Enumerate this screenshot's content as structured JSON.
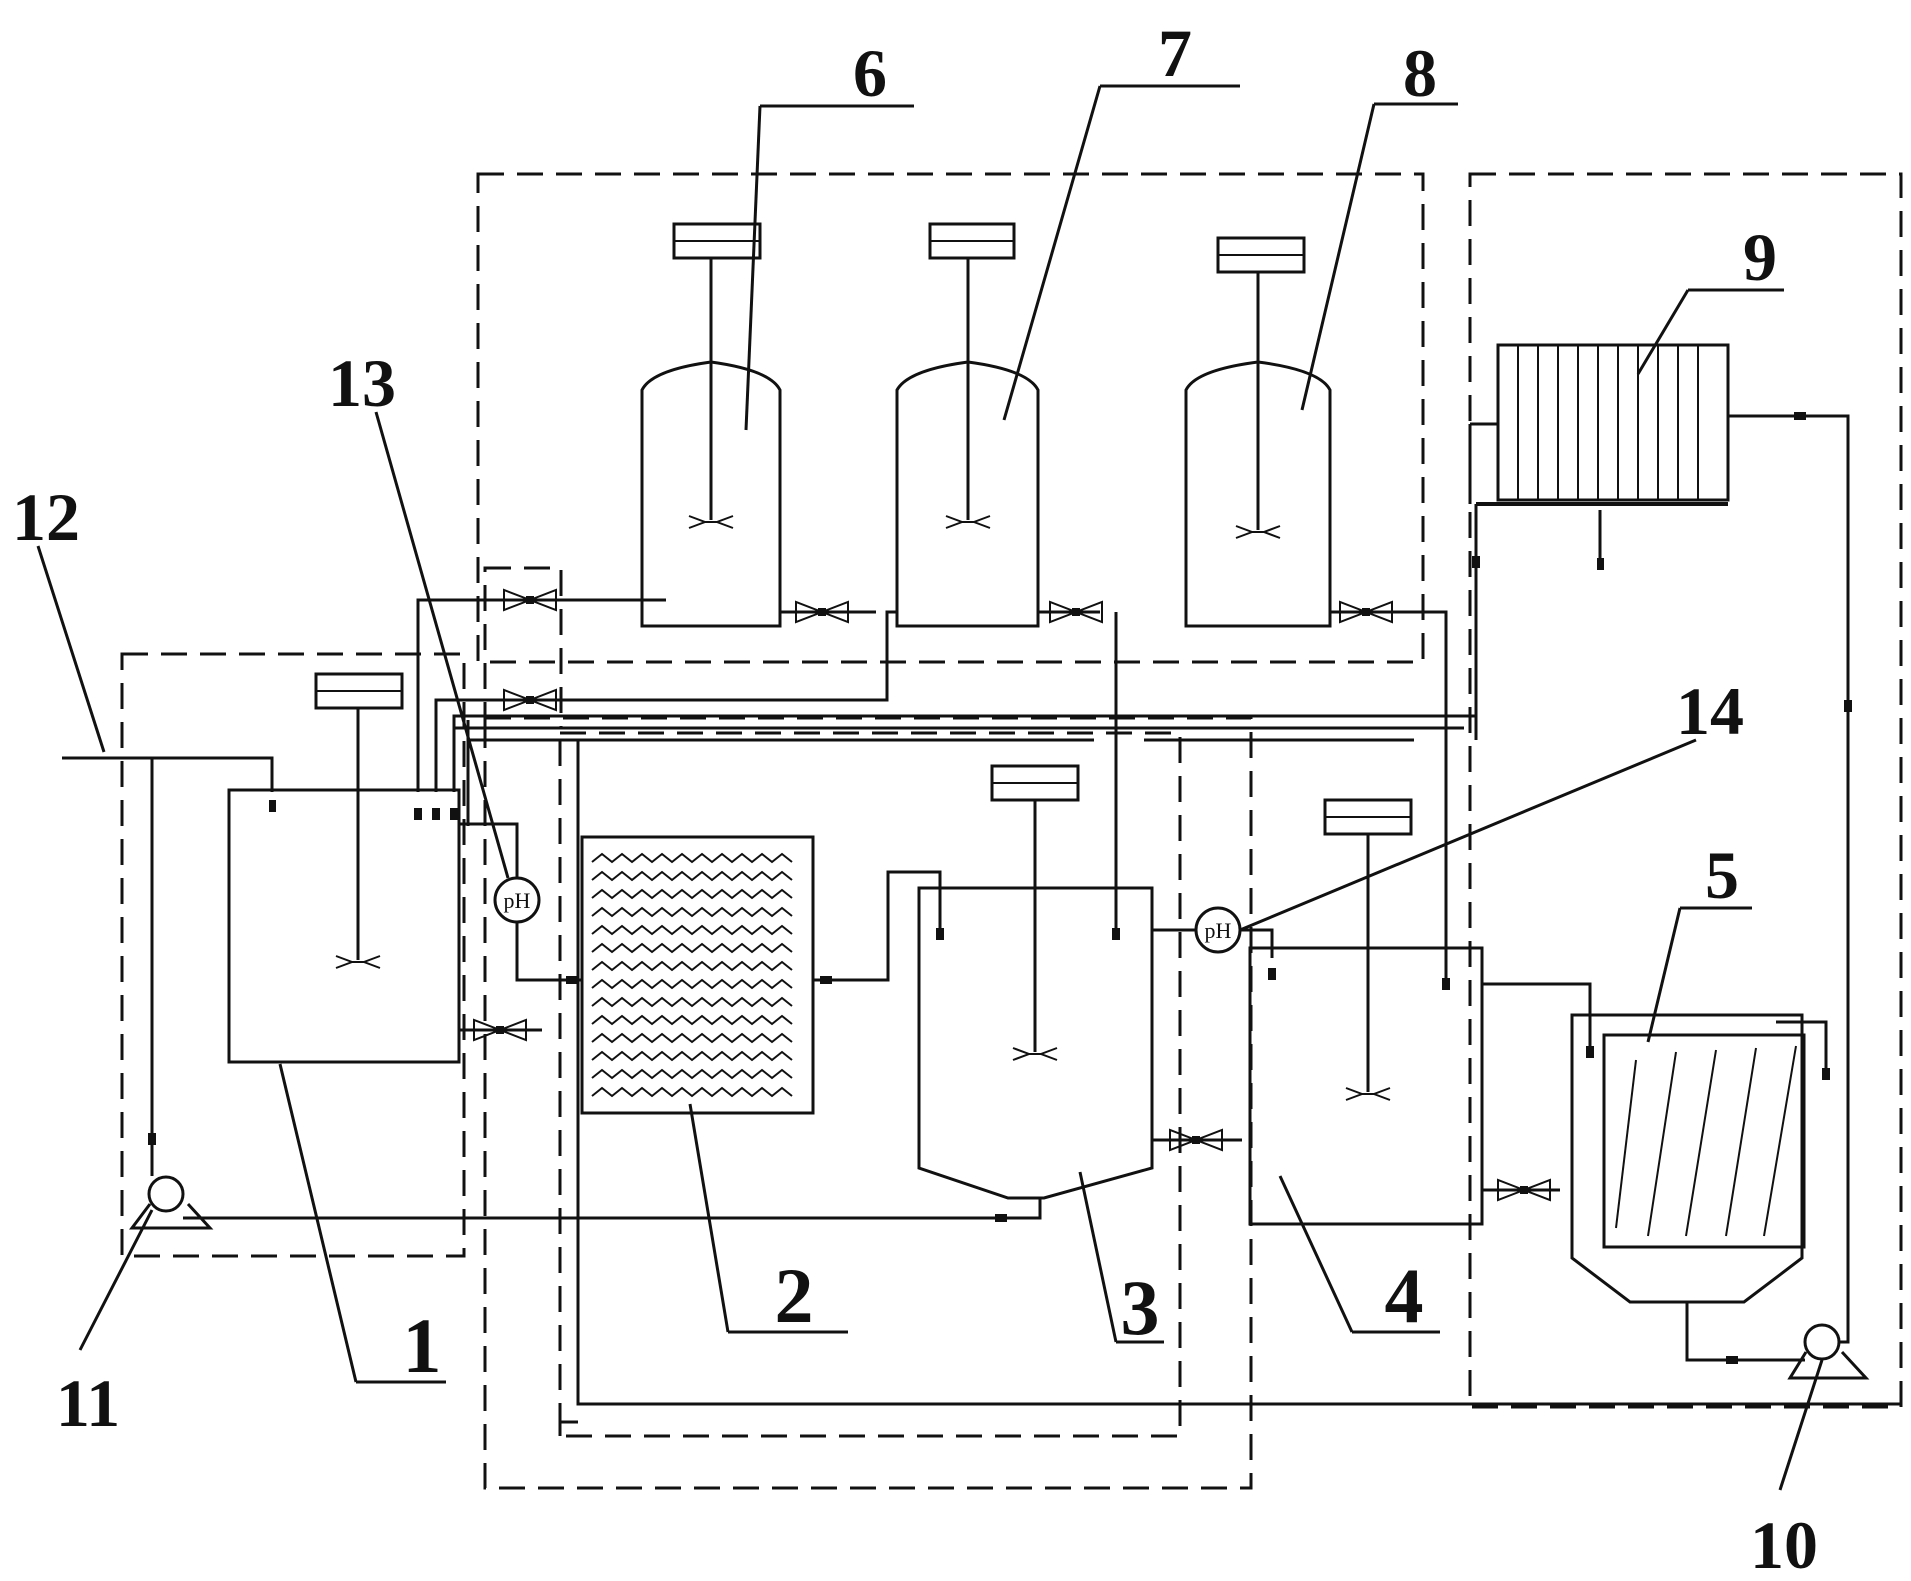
{
  "labels": {
    "n1": "1",
    "n2": "2",
    "n3": "3",
    "n4": "4",
    "n5": "5",
    "n6": "6",
    "n7": "7",
    "n8": "8",
    "n9": "9",
    "n10": "10",
    "n11": "11",
    "n12": "12",
    "n13": "13",
    "n14": "14"
  },
  "sensors": {
    "ph_meter_13": "pH",
    "ph_meter_14": "pH"
  }
}
